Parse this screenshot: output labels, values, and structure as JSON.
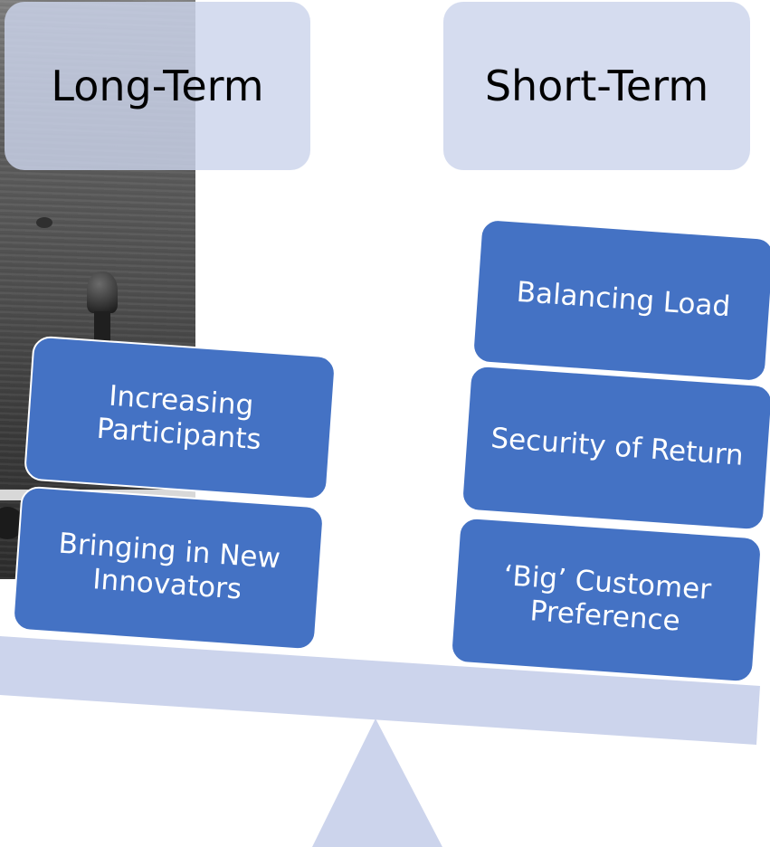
{
  "headers": {
    "long_term": "Long-Term",
    "short_term": "Short-Term"
  },
  "long_term_factors": [
    "Increasing Participants",
    "Bringing in New Innovators"
  ],
  "short_term_factors": [
    "Balancing Load",
    "Security of Return",
    "‘Big’ Customer Preference"
  ],
  "colors": {
    "header_fill": "#ccd4ec",
    "factor_fill": "#4472c4",
    "factor_text": "#ffffff",
    "scale_fill": "#ccd4ec"
  }
}
